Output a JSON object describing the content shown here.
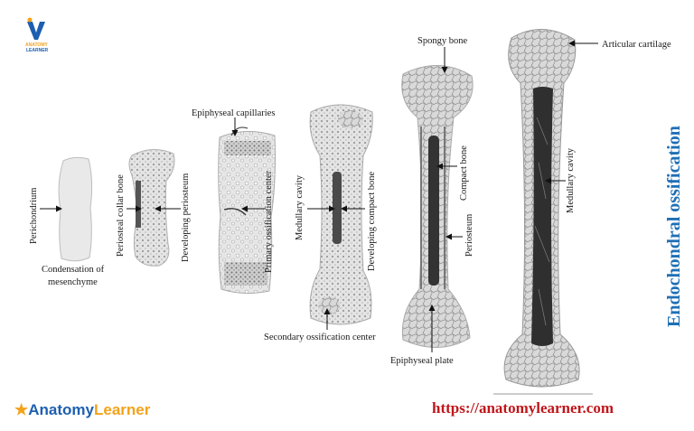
{
  "title": "Endochondral  ossification",
  "url": "https://anatomylearner.com",
  "brand": {
    "prefix": "Anatomy",
    "suffix": "Learner"
  },
  "logo": {
    "letter": "V",
    "line1": "ANATOMY",
    "line2": "LEARNER"
  },
  "labels": {
    "perichondrium": "Perichondrium",
    "condensation_1": "Condensation of",
    "condensation_2": "mesenchyme",
    "periosteal_collar": "Periosteal collar bone",
    "developing_periosteum": "Developing periosteum",
    "epiphyseal_capillaries": "Epiphyseal capillaries",
    "primary_center": "Primary ossification center",
    "medullary_cavity_1": "Medullary cavity",
    "developing_compact": "Developing compact bone",
    "secondary_center": "Secondary ossification center",
    "spongy_bone": "Spongy bone",
    "compact_bone": "Compact bone",
    "periosteum": "Periosteum",
    "epiphyseal_plate": "Epiphyseal plate",
    "articular_cartilage": "Articular cartilage",
    "medullary_cavity_2": "Medullary cavity"
  },
  "colors": {
    "title": "#1f6fb5",
    "url": "#c0161b",
    "brand": "#1d5fb0",
    "accent": "#f3a21a"
  }
}
